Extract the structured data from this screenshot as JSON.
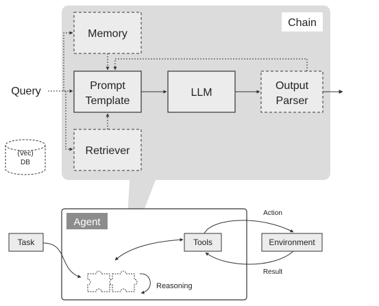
{
  "chain": {
    "title": "Chain",
    "memory": "Memory",
    "prompt_template": [
      "Prompt",
      "Template"
    ],
    "llm": "LLM",
    "output_parser": [
      "Output",
      "Parser"
    ],
    "retriever": "Retriever"
  },
  "query": "Query",
  "vector_db": [
    "(Vec)",
    "DB"
  ],
  "agent": {
    "title": "Agent",
    "task": "Task",
    "tools": "Tools",
    "environment": "Environment",
    "action": "Action",
    "result": "Result",
    "reasoning": "Reasoning"
  },
  "colors": {
    "chain_panel": "#dcdcdc",
    "box_fill": "#ececec",
    "agent_tab": "#8c8c8c",
    "stroke": "#333333"
  }
}
